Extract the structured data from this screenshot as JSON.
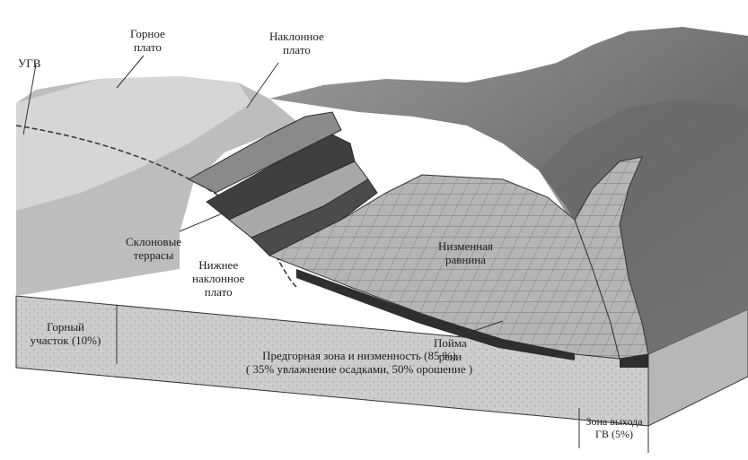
{
  "labels": {
    "ugv": "УГВ",
    "mountain_plateau": [
      "Горное",
      "плато"
    ],
    "sloping_plateau": [
      "Наклонное",
      "плато"
    ],
    "slope_terraces": [
      "Склоновые",
      "террасы"
    ],
    "lower_sloping_plateau": [
      "Нижнее",
      "наклонное",
      "плато"
    ],
    "lowland_plain": [
      "Низменная",
      "равнина"
    ],
    "floodplain": [
      "Пойма",
      "реки"
    ]
  },
  "zones": {
    "mountain": [
      "Горный",
      "участок  (10%)"
    ],
    "foothill": [
      "Предгорная зона и низменность (85 %)",
      "( 35% увлажнение осадками, 50% орошение )"
    ],
    "groundwater_exit": [
      "Зона выхода",
      "ГВ  (5%)"
    ]
  },
  "colors": {
    "terrain_dark": "#5f5f5f",
    "terrain_mid": "#9a9a9a",
    "terrain_light": "#cfcfcf",
    "block_side": "#c9c9c9",
    "line": "#2a2a2a"
  }
}
